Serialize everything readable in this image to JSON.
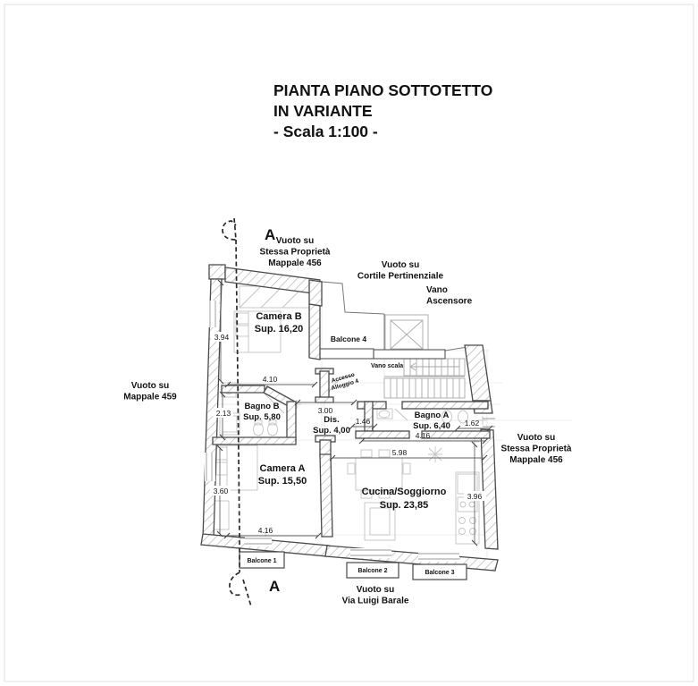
{
  "title": {
    "line1": "PIANTA PIANO SOTTOTETTO",
    "line2": "IN VARIANTE",
    "line3": "- Scala 1:100 -"
  },
  "section": {
    "top": "A",
    "bottom": "A"
  },
  "labels": {
    "top_property": {
      "l1": "Vuoto su",
      "l2": "Stessa Proprietà",
      "l3": "Mappale 456"
    },
    "courtyard": {
      "l1": "Vuoto su",
      "l2": "Cortile Pertinenziale"
    },
    "elevator": {
      "l1": "Vano",
      "l2": "Ascensore"
    },
    "stairs": "Vano scala",
    "access": {
      "l1": "Accesso",
      "l2": "Alloggio 4"
    },
    "left_parcel": {
      "l1": "Vuoto su",
      "l2": "Mappale 459"
    },
    "right_property": {
      "l1": "Vuoto su",
      "l2": "Stessa Proprietà",
      "l3": "Mappale 456"
    },
    "street": {
      "l1": "Vuoto su",
      "l2": "Via Luigi  Barale"
    }
  },
  "rooms": {
    "camera_b": {
      "name": "Camera B",
      "area": "Sup. 16,20"
    },
    "bagno_b": {
      "name": "Bagno B",
      "area": "Sup. 5,80"
    },
    "dis": {
      "name": "Dis.",
      "area": "Sup. 4,00"
    },
    "bagno_a": {
      "name": "Bagno A",
      "area": "Sup. 6,40"
    },
    "camera_a": {
      "name": "Camera A",
      "area": "Sup. 15,50"
    },
    "cucina": {
      "name": "Cucina/Soggiorno",
      "area": "Sup. 23,85"
    }
  },
  "balconies": {
    "b1": "Balcone 1",
    "b2": "Balcone 2",
    "b3": "Balcone 3",
    "b4": "Balcone 4"
  },
  "dimensions": {
    "left_top": "3.94",
    "left_mid": "2.13",
    "left_bottom": "3.60",
    "bagno_b_top": "4.10",
    "dis_top": "3.00",
    "bagno_a_left": "1.46",
    "bagno_a_width": "4.16",
    "cucina_width": "5.98",
    "bagno_a_right": "1.62",
    "cucina_height": "3.96",
    "camera_a_bottom": "4.16"
  },
  "colors": {
    "wall_outline": "#4a4a4a",
    "hatch": "#b5b5b5",
    "light_gray": "#c4c4c4",
    "text": "#111111"
  }
}
